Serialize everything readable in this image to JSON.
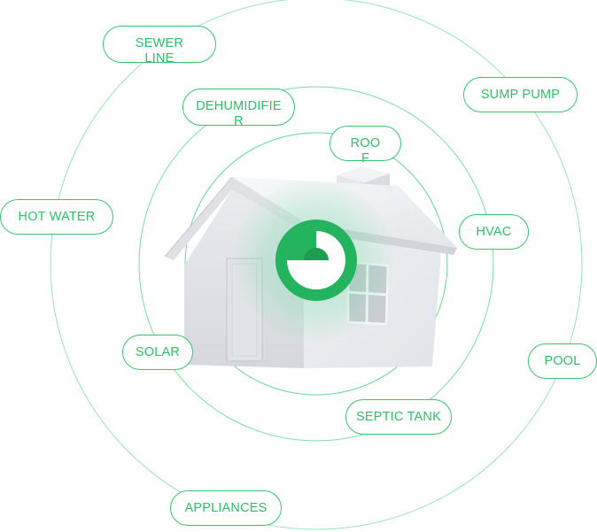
{
  "diagram": {
    "accent_color": "#2fbf67",
    "ring_color": "#3ecf7a",
    "center_icon": "pie-chart-logo-icon",
    "house_icon": "house-illustration",
    "labels": {
      "sewer_line": "SEWER LINE",
      "sump_pump": "SUMP PUMP",
      "dehumidifier": "DEHUMIDIFIER",
      "roof": "ROOF",
      "hot_water": "HOT WATER",
      "hvac": "HVAC",
      "solar": "SOLAR",
      "pool": "POOL",
      "septic_tank": "SEPTIC TANK",
      "appliances": "APPLIANCES"
    }
  }
}
